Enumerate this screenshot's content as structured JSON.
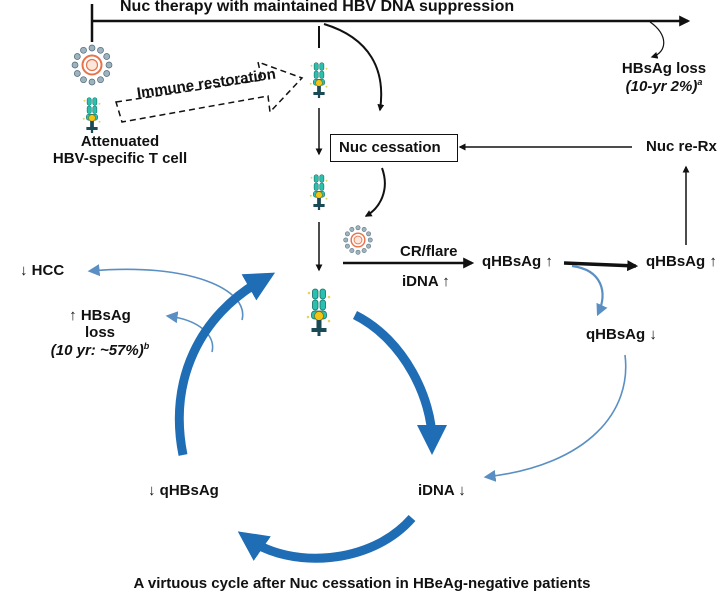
{
  "title": "Nuc therapy with maintained HBV DNA suppression",
  "hbsag_loss": {
    "label": "HBsAg loss",
    "rate": "(10-yr 2%)",
    "marker": "a"
  },
  "attenuated_cell": {
    "line1": "Attenuated",
    "line2": "HBV-specific T cell"
  },
  "immune_restoration": "Immune restoration",
  "nuc_cessation": "Nuc cessation",
  "nuc_rerx": "Nuc re-Rx",
  "cr_flare": "CR/flare",
  "idna_up": "iDNA ↑",
  "qhbsag_up_1": "qHBsAg ↑",
  "qhbsag_up_2": "qHBsAg ↑",
  "qhbsag_down_right": "qHBsAg ↓",
  "hcc": "↓ HCC",
  "hbsag_loss_up": {
    "line1": "↑ HBsAg",
    "line2": "loss",
    "rate": "(10 yr: ~57%)",
    "marker": "b"
  },
  "qhbsag_down_left": "↓ qHBsAg",
  "idna_down": "iDNA ↓",
  "caption": "A virtuous cycle after Nuc cessation in HBeAg-negative patients",
  "colors": {
    "black": "#111111",
    "cycle_blue": "#1f6db5",
    "light_blue": "#5a8fc3",
    "cell_teal": "#2bbfae",
    "cell_dark": "#1a4a55",
    "receptor_yellow": "#f2c514",
    "virus_orange": "#e8734a"
  },
  "icons": [
    "hbv-virion-icon",
    "t-cell-icon",
    "dashed-arrow-icon"
  ]
}
